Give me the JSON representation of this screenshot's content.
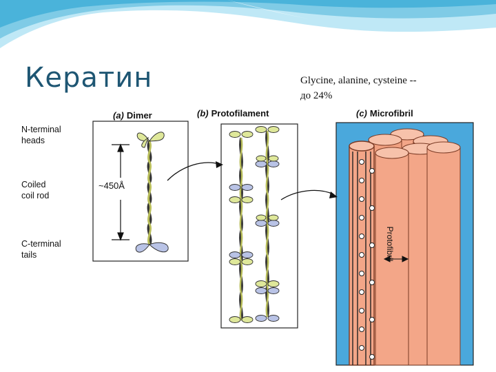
{
  "slide": {
    "title": "Кератин",
    "note_line1": "Glycine,  alanine, cysteine  --",
    "note_line2": "до 24%"
  },
  "figure": {
    "panel_a": {
      "letter": "(a)",
      "name": "Dimer"
    },
    "panel_b": {
      "letter": "(b)",
      "name": "Protofilament"
    },
    "panel_c": {
      "letter": "(c)",
      "name": "Microfibril"
    },
    "labels": {
      "n_terminal": "N-terminal\nheads",
      "coiled": "Coiled\ncoil rod",
      "c_terminal": "C-terminal\ntails",
      "length": "~450Å",
      "protofibril": "Protofibril"
    }
  },
  "colors": {
    "title": "#1e5673",
    "wave_light": "#bfe8f6",
    "wave_dark": "#4ab3da",
    "cylinder": "#f3a688",
    "panel_c_bg": "#4aa8dc",
    "head_yellow": "#dfe89a",
    "head_blue": "#b9c3e6"
  }
}
